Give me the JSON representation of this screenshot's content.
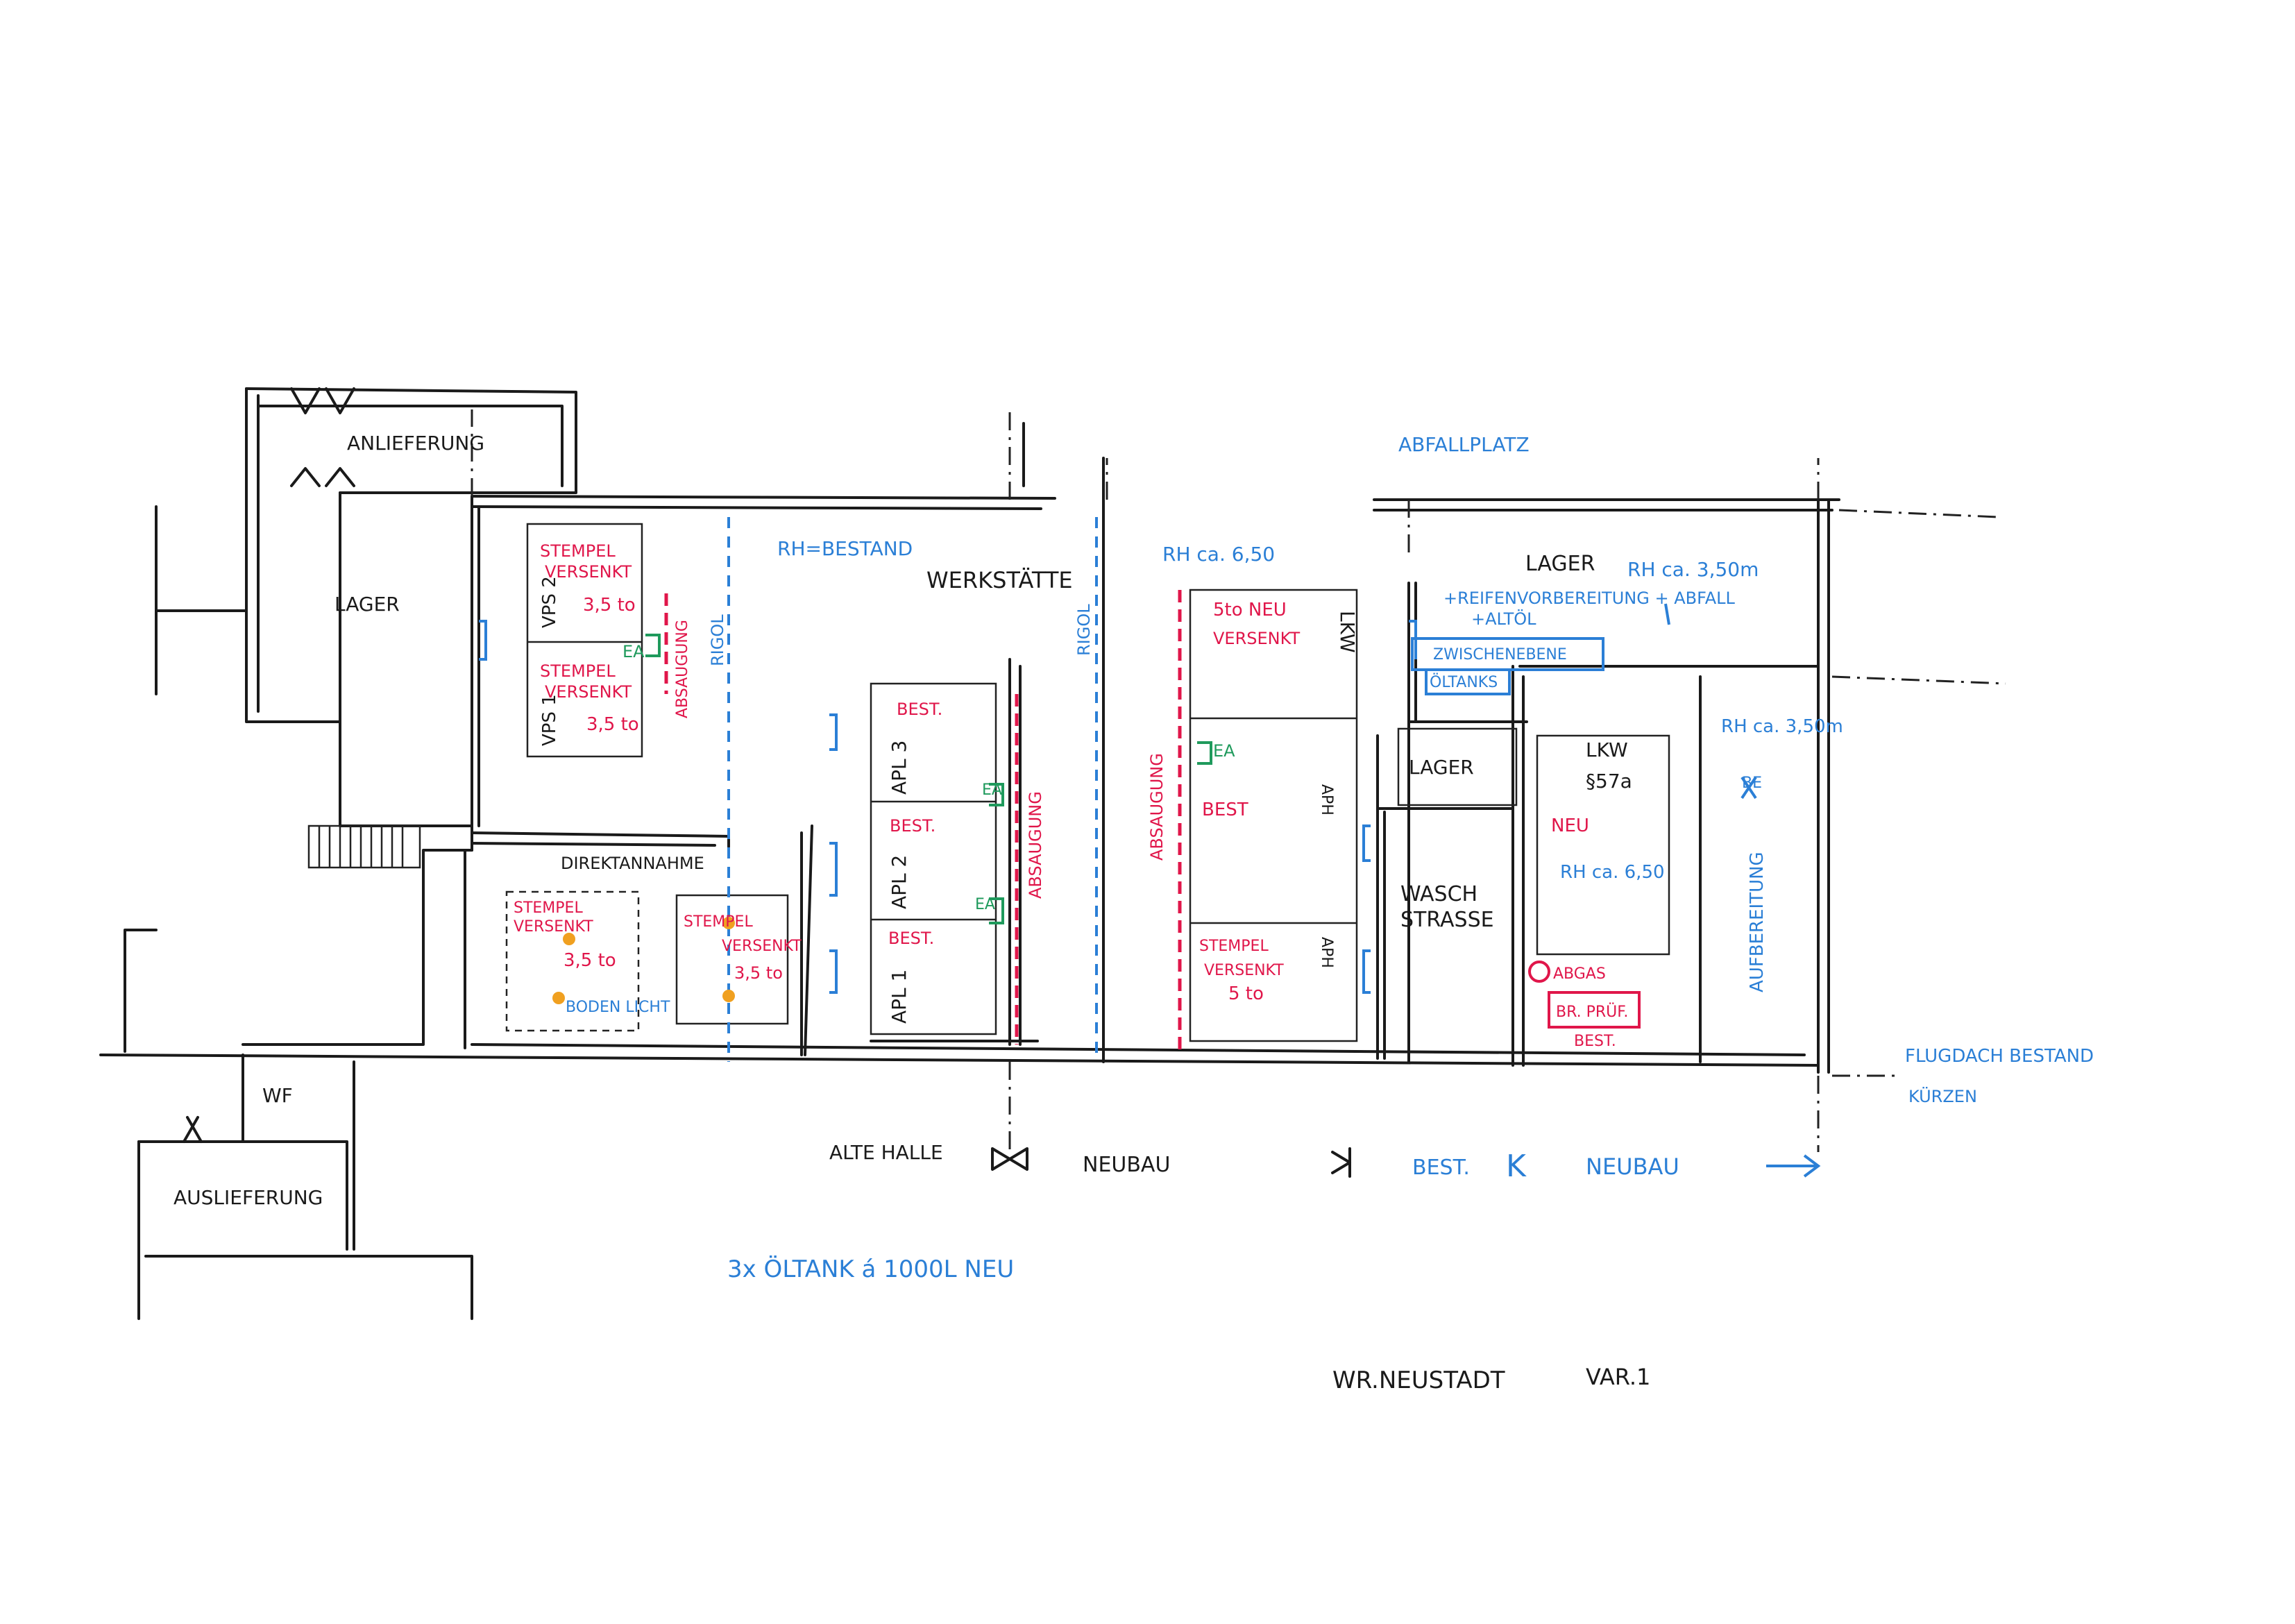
{
  "labels": {
    "anlieferung": "ANLIEFERUNG",
    "lager_left": "LAGER",
    "direktannahme": "DIREKTANNAHME",
    "wf": "WF",
    "auslieferung": "AUSLIEFERUNG",
    "werkstaette": "WERKSTÄTTE",
    "lager_right": "LAGER",
    "lager_small": "LAGER",
    "wasch": "WASCH",
    "strasse": "STRASSE",
    "lkw_room": "LKW",
    "lkw_vertical": "LKW",
    "alte_halle": "ALTE HALLE",
    "neubau_black": "NEUBAU",
    "title": "WR.NEUSTADT",
    "variant": "VAR.1"
  },
  "red_notes": {
    "stempel_1": "STEMPEL",
    "versenkt_1": "VERSENKT",
    "tons_1": "3,5 to",
    "stempel_2": "STEMPEL",
    "versenkt_2": "VERSENKT",
    "tons_2": "3,5 to",
    "vps2": "VPS 2",
    "vps1": "VPS 1",
    "stempel_3": "STEMPEL",
    "versenkt_3": "VERSENKT",
    "tons_3": "3,5 to",
    "stempel_4": "STEMPEL",
    "versenkt_4": "VERSENKT",
    "tons_4": "3,5 to",
    "best_apl3": "BEST.",
    "best_apl2": "BEST.",
    "best_apl1": "BEST.",
    "apl3": "APL 3",
    "apl2": "APL 2",
    "apl1": "APL 1",
    "absaugung_1": "ABSAUGUNG",
    "absaugung_2": "ABSAUGUNG",
    "absaugung_3": "ABSAUGUNG",
    "neu_5to_a": "5to NEU",
    "neu_5to_b": "VERSENKT",
    "best_right": "BEST",
    "aph_1": "APH",
    "stempel_5": "STEMPEL",
    "versenkt_5": "VERSENKT",
    "tons_5": "5 to",
    "aph_2": "APH",
    "neu": "NEU",
    "abgas": "ABGAS",
    "br_pruef": "BR. PRÜF.",
    "best_bottom": "BEST.",
    "pit_57a": "§57a"
  },
  "blue_notes": {
    "abfallplatz": "ABFALLPLATZ",
    "rh_bestand": "RH=BESTAND",
    "rh_650_top": "RH ca. 6,50",
    "rh_350": "RH ca. 3,50m",
    "reifen": "+REIFENVORBEREITUNG + ABFALL",
    "altoel": "+ALTÖL",
    "zwischenebene": "ZWISCHENEBENE",
    "oeltanks": "ÖLTANKS",
    "rh_350_b": "RH ca. 3,50m",
    "rigol_1": "RIGOL",
    "rigol_2": "RIGOL",
    "rh_650_pit": "RH ca. 6,50",
    "aufbereitung": "AUFBEREITUNG",
    "be": "BE",
    "flugdach": "FLUGDACH BESTAND",
    "kuerzen": "KÜRZEN",
    "boden_licht": "BODEN LICHT",
    "bestand_short": "BEST.",
    "k_mark": "K",
    "neubau_blue": "NEUBAU",
    "oeltank_note": "3x ÖLTANK á 1000L NEU"
  },
  "green_notes": {
    "ea_1": "EA",
    "ea_2": "EA",
    "ea_3": "EA",
    "ea_4": "EA"
  },
  "colors": {
    "pencil": "#1a1a1a",
    "red_marker": "#e0164a",
    "blue_marker": "#2b7fd6",
    "green_marker": "#1f9a5c",
    "orange_dot": "#f0a020"
  }
}
